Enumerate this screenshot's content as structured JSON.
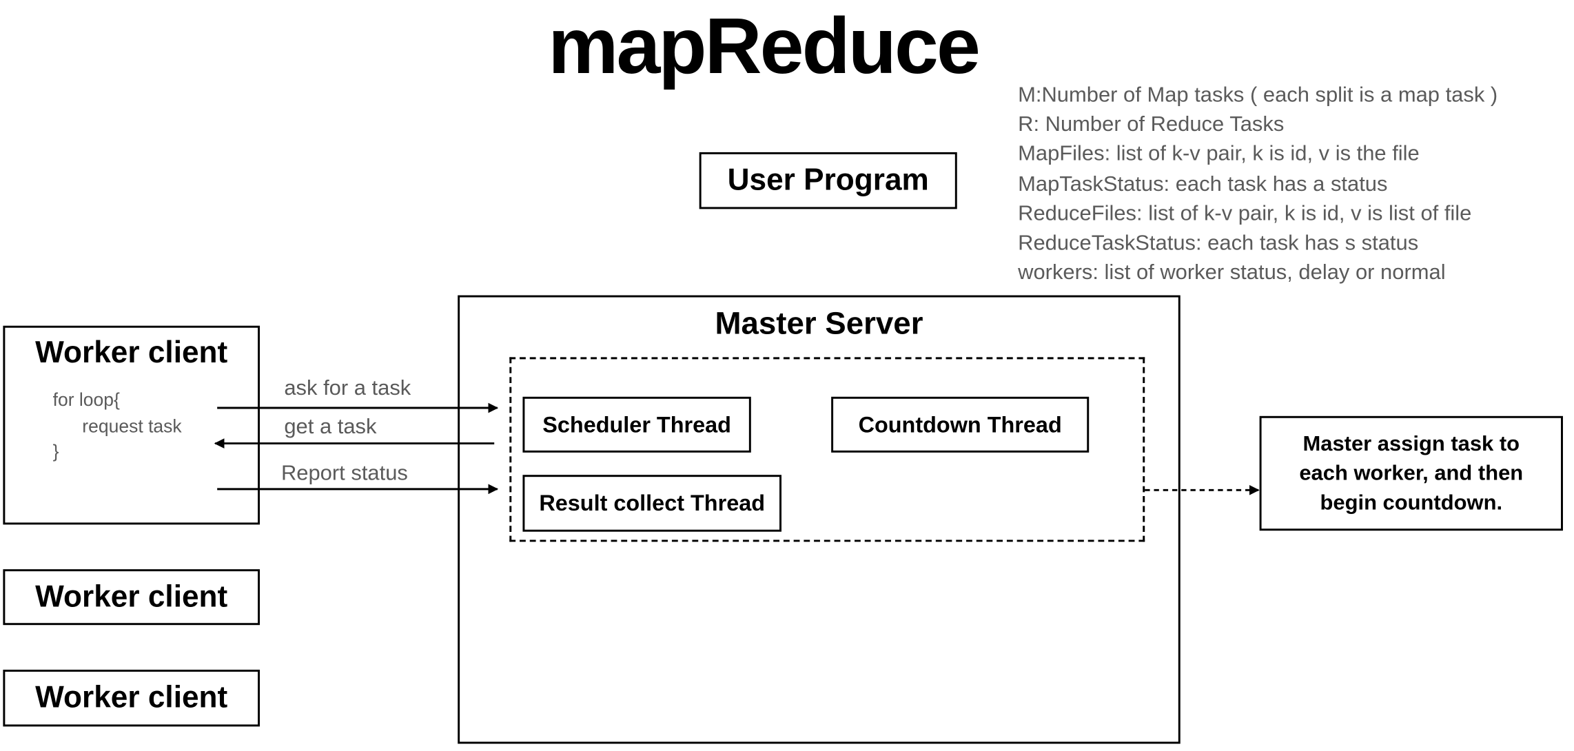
{
  "title": "mapReduce",
  "notes": [
    "M:Number of Map tasks ( each split is a map task )",
    "R: Number of Reduce Tasks",
    "MapFiles: list of k-v pair, k is id, v is the file",
    "MapTaskStatus: each task has a status",
    "ReduceFiles: list of k-v pair, k is id, v is list of file",
    "ReduceTaskStatus: each task has s status",
    "workers: list of worker status, delay or normal"
  ],
  "user_program": "User Program",
  "worker_main": {
    "title": "Worker client",
    "code": [
      "for loop{",
      "request task",
      "}"
    ]
  },
  "workers_other": [
    "Worker client",
    "Worker client"
  ],
  "edges": {
    "ask": "ask for a task",
    "get": "get a task",
    "report": "Report status"
  },
  "master": {
    "title": "Master Server",
    "threads": {
      "scheduler": "Scheduler Thread",
      "countdown": "Countdown Thread",
      "result": "Result collect Thread"
    }
  },
  "assign_note": [
    "Master assign task to",
    "each worker, and then",
    "begin countdown."
  ]
}
